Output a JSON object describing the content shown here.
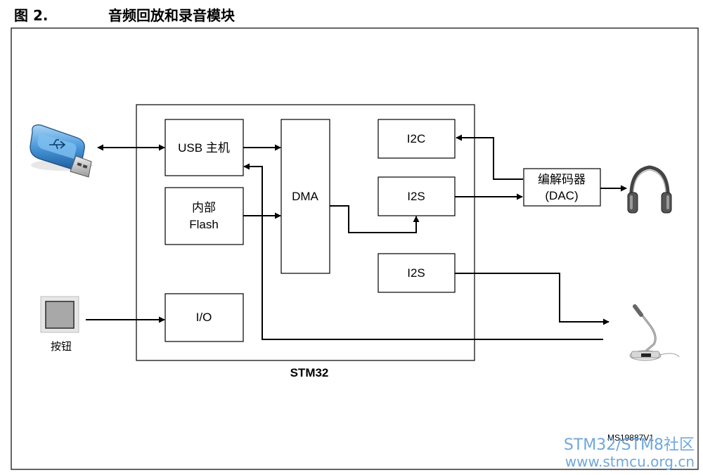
{
  "figure": {
    "number": "图 2.",
    "title": "音频回放和录音模块"
  },
  "diagram": {
    "mcu_label": "STM32",
    "blocks": {
      "usb_host": "USB 主机",
      "internal_flash_line1": "内部",
      "internal_flash_line2": "Flash",
      "io": "I/O",
      "dma": "DMA",
      "i2c": "I2C",
      "i2s_playback": "I2S",
      "i2s_record": "I2S",
      "codec_line1": "编解码器",
      "codec_line2": "(DAC)"
    },
    "button_label": "按钮",
    "figure_id": "MS19887V1"
  },
  "watermark": {
    "line1": "STM32/STM8社区",
    "line2": "www.stmcu.org.cn"
  },
  "colors": {
    "usb_body": "#5aa6e0",
    "usb_plug": "#c8c8c8",
    "button_fill": "#a8a8a8",
    "watermark": "#6fa8dc"
  },
  "icons": [
    "usb-drive-icon",
    "push-button-icon",
    "headphones-icon",
    "microphone-icon"
  ]
}
